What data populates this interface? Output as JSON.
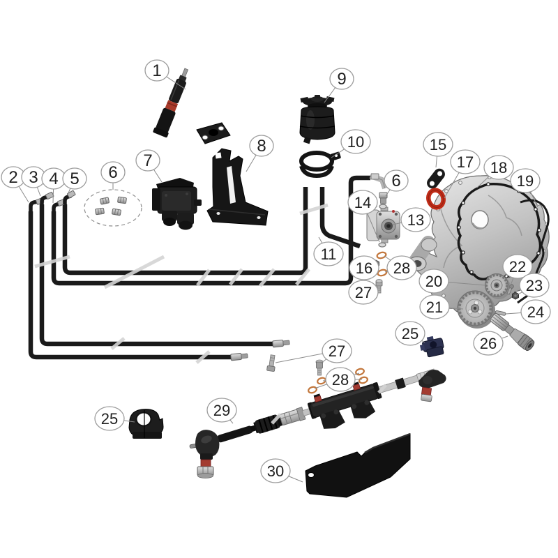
{
  "figure": {
    "kind": "exploded-parts-diagram",
    "description_visible_content": "Black-and-white exploded diagram of a power steering system with numbered callout balloons 1-30 connected by leader lines to parts: steering column, hydraulic hoses, fittings, steering valve, bracket, oil reservoir, clamp, gear pump, gaskets, timing cover, gears, shaft, clamps, steering cylinder with tie rods and guard plate",
    "background": "#ffffff"
  },
  "palette": {
    "line_black": "#1a1a1a",
    "metal_silver": "#c6c6c6",
    "red_oring": "#bf2c18",
    "orange_oring": "#c2763b",
    "red_label": "#a83a2a",
    "navy_clamp": "#2c3150",
    "leader_gray": "#8a8a8a",
    "watermark_gray": "#d4d4d4"
  },
  "callouts": {
    "c1": {
      "label": "1"
    },
    "c2": {
      "label": "2"
    },
    "c3": {
      "label": "3"
    },
    "c4": {
      "label": "4"
    },
    "c5": {
      "label": "5"
    },
    "c6a": {
      "label": "6"
    },
    "c6b": {
      "label": "6"
    },
    "c7": {
      "label": "7"
    },
    "c8": {
      "label": "8"
    },
    "c9": {
      "label": "9"
    },
    "c10": {
      "label": "10"
    },
    "c11": {
      "label": "11"
    },
    "c13": {
      "label": "13"
    },
    "c14": {
      "label": "14"
    },
    "c15": {
      "label": "15"
    },
    "c16": {
      "label": "16"
    },
    "c17": {
      "label": "17"
    },
    "c18": {
      "label": "18"
    },
    "c19": {
      "label": "19"
    },
    "c20": {
      "label": "20"
    },
    "c21": {
      "label": "21"
    },
    "c22": {
      "label": "22"
    },
    "c23": {
      "label": "23"
    },
    "c24": {
      "label": "24"
    },
    "c25a": {
      "label": "25"
    },
    "c25b": {
      "label": "25"
    },
    "c26": {
      "label": "26"
    },
    "c27a": {
      "label": "27"
    },
    "c27b": {
      "label": "27"
    },
    "c28a": {
      "label": "28"
    },
    "c28b": {
      "label": "28"
    },
    "c29": {
      "label": "29"
    },
    "c30": {
      "label": "30"
    }
  }
}
